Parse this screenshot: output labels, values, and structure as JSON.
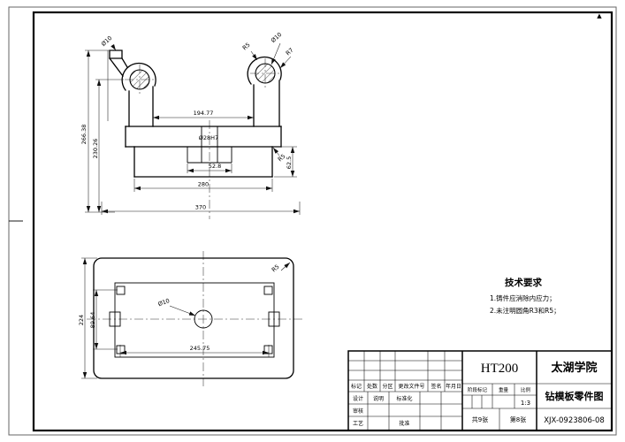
{
  "sheet": {
    "corner_mark": "▲"
  },
  "front_view": {
    "dim_194_77": "194.77",
    "dim_266_38": "266.38",
    "dim_230_26": "230.26",
    "dim_hole": "Ø28H7",
    "dim_52_8": "52.8",
    "dim_280": "280",
    "dim_370": "370",
    "dim_62_5": "62.5",
    "label_r5_claw": "R5",
    "label_r7": "R7",
    "label_phi10_left": "Ø10",
    "label_phi10_right": "Ø10",
    "label_r5_base": "R5"
  },
  "top_view": {
    "dim_224": "224",
    "dim_89_64": "89.64",
    "dim_245_75": "245.75",
    "label_r5": "R5",
    "label_phi10": "Ø10"
  },
  "tech_req": {
    "title": "技术要求",
    "item1": "1.铸件应消除内应力；",
    "item2": "2.未注明圆角R3和R5；"
  },
  "title_block": {
    "material": "HT200",
    "school": "太湖学院",
    "drawing_title": "钻模板零件图",
    "drawing_no": "XJX-0923806-08",
    "rev": {
      "mark": "标记",
      "count": "处数",
      "zone": "分区",
      "file": "更改文件号",
      "sign": "签名",
      "date": "年月日"
    },
    "roles": {
      "design": "设计",
      "note": "说明",
      "standard": "标准化",
      "check": "审核",
      "process": "工艺",
      "approve": "批准"
    },
    "info": {
      "stage": "阶段标记",
      "weight": "重量",
      "scale_label": "比例",
      "scale": "1:3",
      "sheet_total": "共9张",
      "sheet_no": "第8张"
    }
  }
}
